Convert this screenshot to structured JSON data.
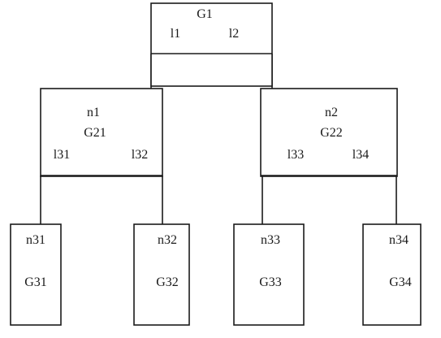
{
  "diagram": {
    "root": {
      "label": "G1",
      "ports": [
        "l1",
        "l2"
      ]
    },
    "middle": [
      {
        "node": "n1",
        "label": "G21",
        "ports": [
          "l31",
          "l32"
        ]
      },
      {
        "node": "n2",
        "label": "G22",
        "ports": [
          "l33",
          "l34"
        ]
      }
    ],
    "leaves": [
      {
        "node": "n31",
        "label": "G31"
      },
      {
        "node": "n32",
        "label": "G32"
      },
      {
        "node": "n33",
        "label": "G33"
      },
      {
        "node": "n34",
        "label": "G34"
      }
    ]
  }
}
